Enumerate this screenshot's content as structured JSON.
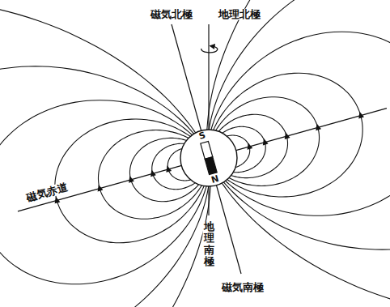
{
  "diagram": {
    "labels": [
      "磁気北極",
      "地理北極",
      "磁気赤道",
      "地理南極",
      "磁気南極",
      "S",
      "N"
    ]
  }
}
